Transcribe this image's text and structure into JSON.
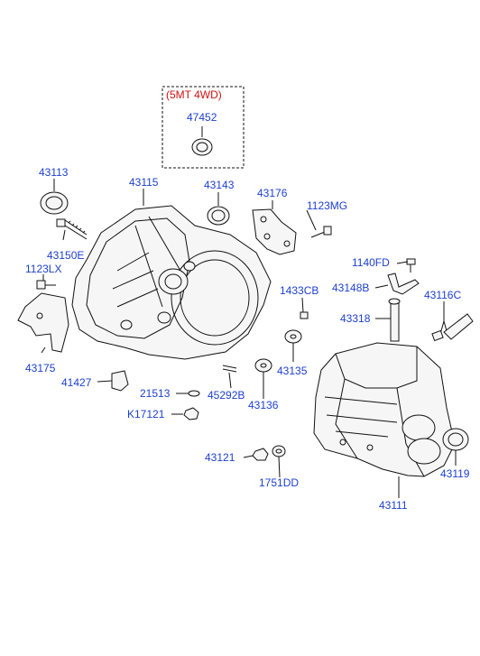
{
  "variant_note": "(5MT 4WD)",
  "colors": {
    "label": "#1c3fd1",
    "note": "#d01010",
    "line": "#111111",
    "part_fill": "#f6f6f6"
  },
  "parts": [
    {
      "id": "p47452",
      "number": "47452"
    },
    {
      "id": "p43113",
      "number": "43113"
    },
    {
      "id": "p43115",
      "number": "43115"
    },
    {
      "id": "p43143",
      "number": "43143"
    },
    {
      "id": "p43176",
      "number": "43176"
    },
    {
      "id": "p1123MG",
      "number": "1123MG"
    },
    {
      "id": "p43150E",
      "number": "43150E"
    },
    {
      "id": "p1140FD",
      "number": "1140FD"
    },
    {
      "id": "p1123LX",
      "number": "1123LX"
    },
    {
      "id": "p43148B",
      "number": "43148B"
    },
    {
      "id": "p1433CB",
      "number": "1433CB"
    },
    {
      "id": "p43116C",
      "number": "43116C"
    },
    {
      "id": "p43318",
      "number": "43318"
    },
    {
      "id": "p43175",
      "number": "43175"
    },
    {
      "id": "p43135",
      "number": "43135"
    },
    {
      "id": "p41427",
      "number": "41427"
    },
    {
      "id": "p21513",
      "number": "21513"
    },
    {
      "id": "p45292B",
      "number": "45292B"
    },
    {
      "id": "p43136",
      "number": "43136"
    },
    {
      "id": "pK17121",
      "number": "K17121"
    },
    {
      "id": "p43121",
      "number": "43121"
    },
    {
      "id": "p43119",
      "number": "43119"
    },
    {
      "id": "p1751DD",
      "number": "1751DD"
    },
    {
      "id": "p43111",
      "number": "43111"
    }
  ]
}
